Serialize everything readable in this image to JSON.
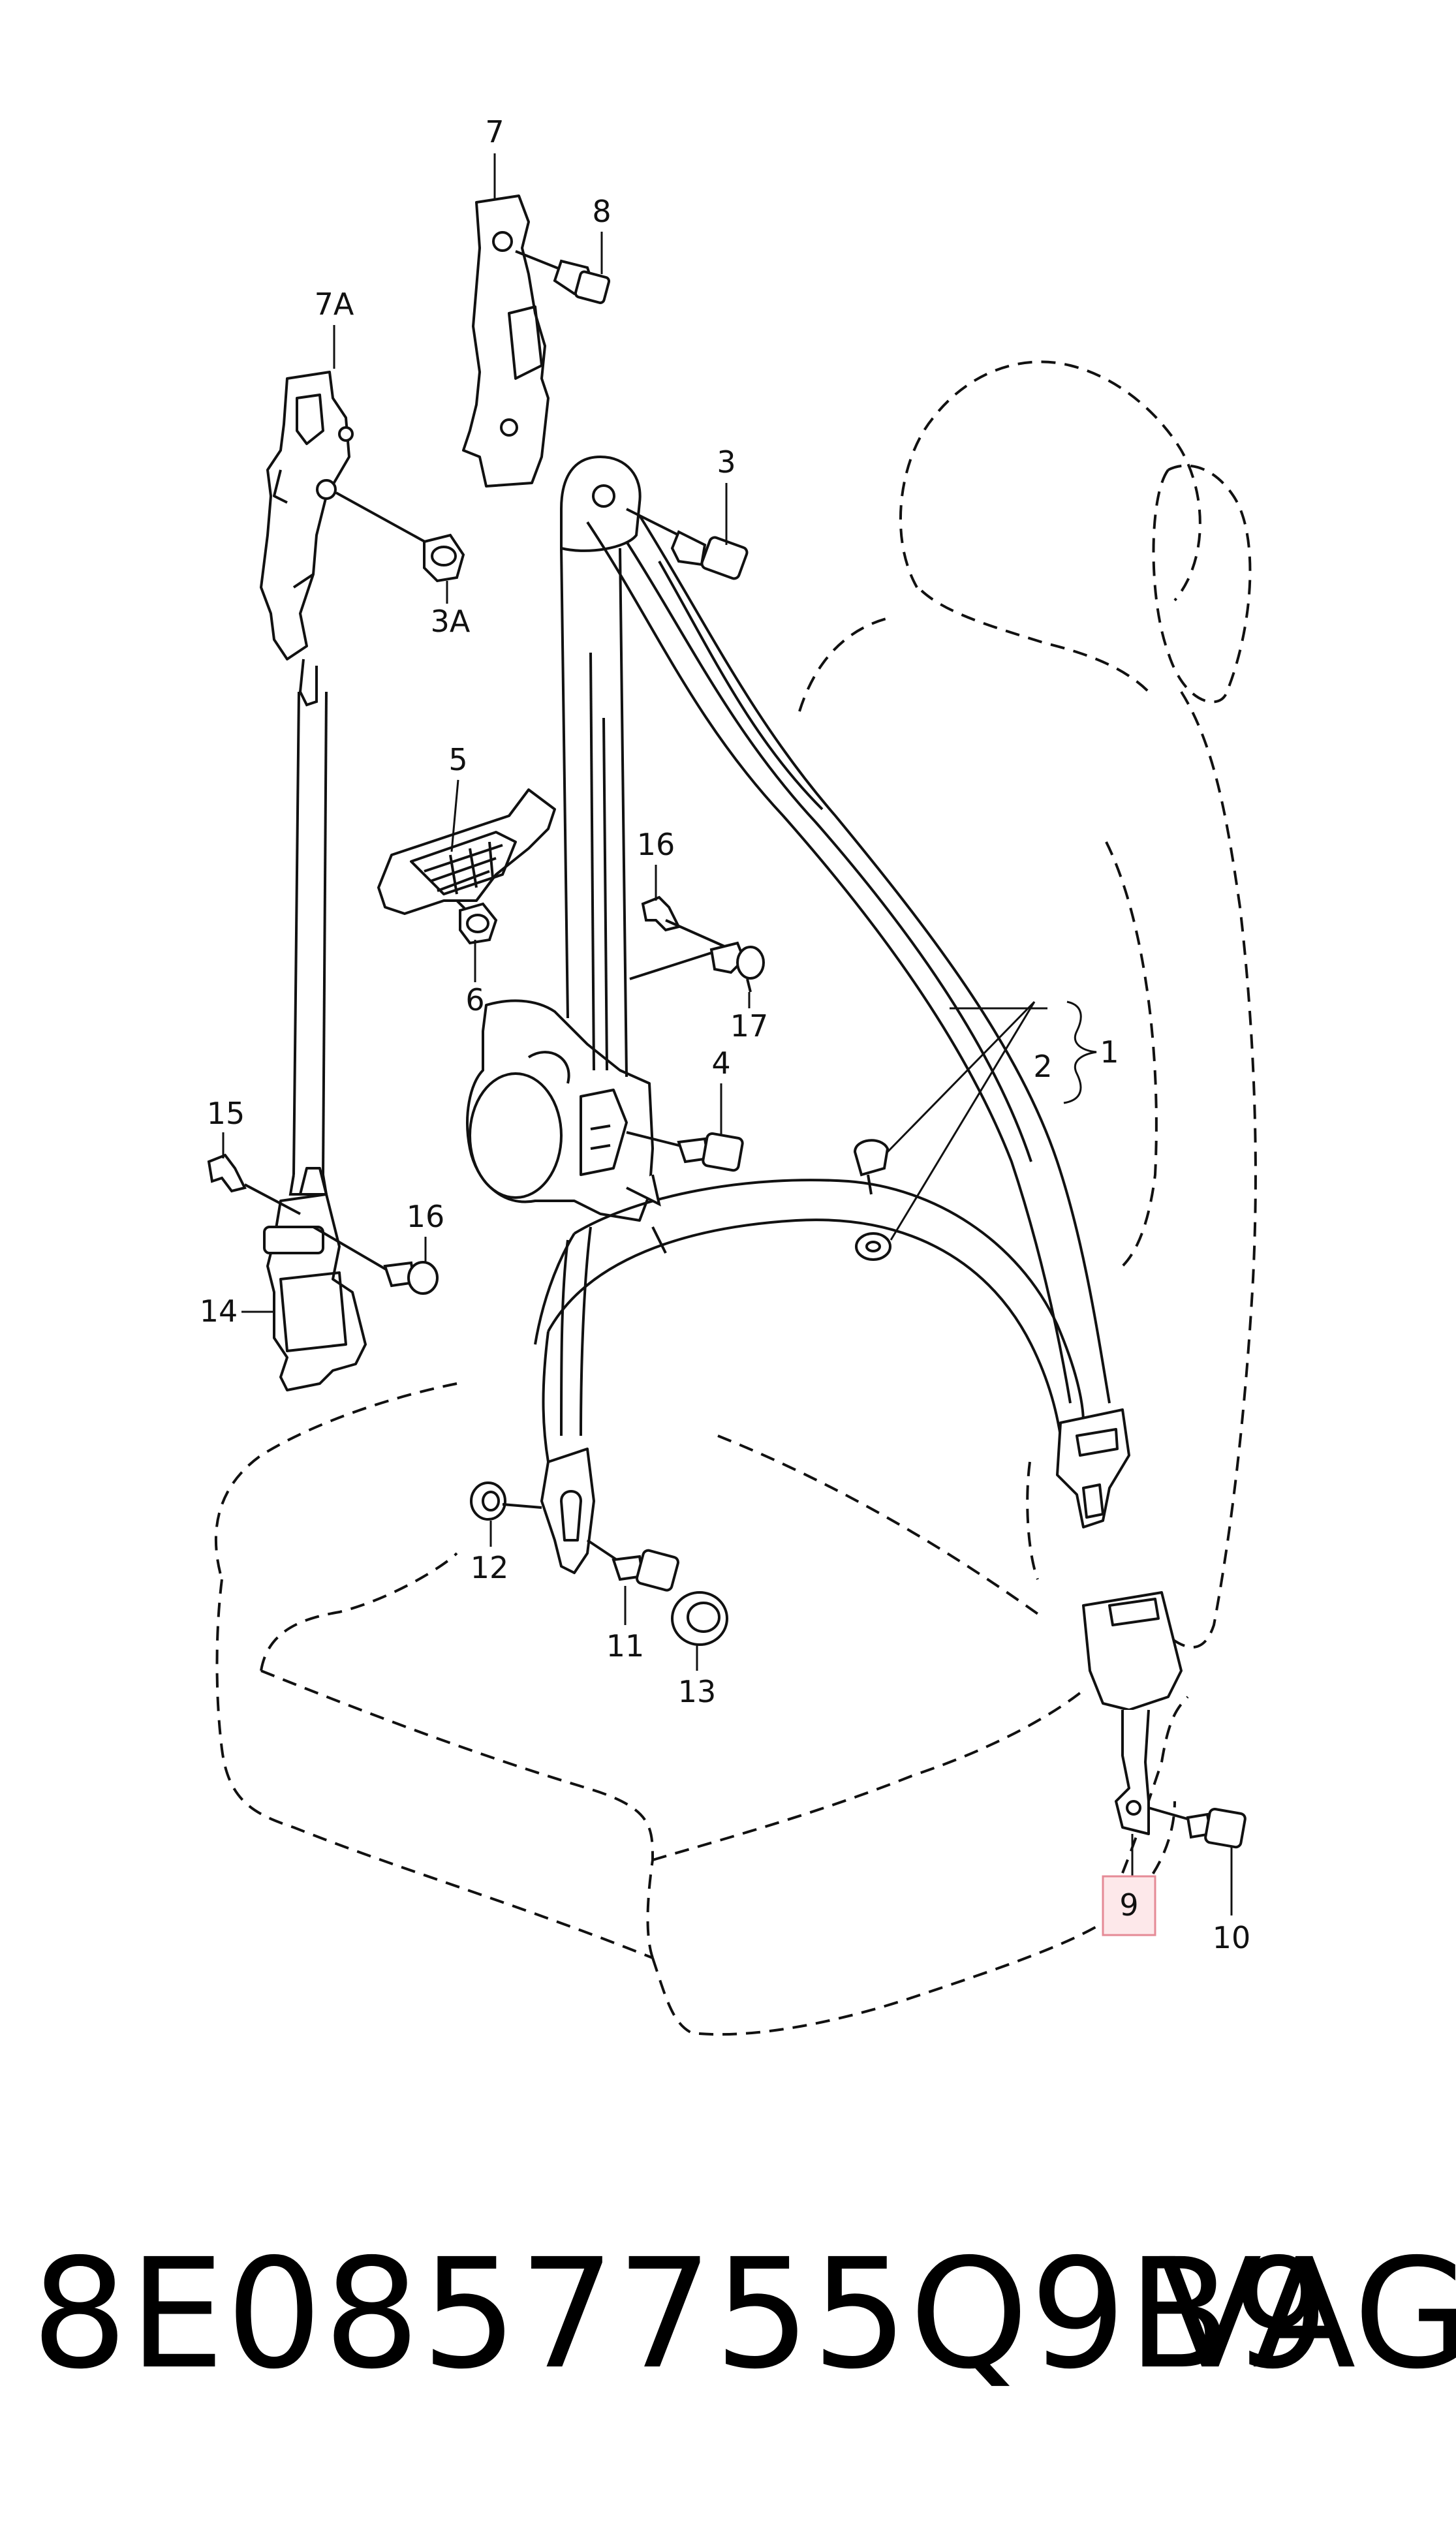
{
  "callouts": {
    "c7": "7",
    "c8": "8",
    "c7a": "7A",
    "c3": "3",
    "c3a": "3A",
    "c5": "5",
    "c16a": "16",
    "c6": "6",
    "c17": "17",
    "c1": "1",
    "c2": "2",
    "c15": "15",
    "c4": "4",
    "c16b": "16",
    "c14": "14",
    "c12": "12",
    "c11": "11",
    "c13": "13",
    "c9": "9",
    "c10": "10"
  },
  "footer": {
    "part_number": "8E0857755Q9B9",
    "brand": "VAG"
  },
  "colors": {
    "line": "#111111",
    "highlight_fill": "#fde8ea",
    "highlight_stroke": "#e58a96"
  }
}
